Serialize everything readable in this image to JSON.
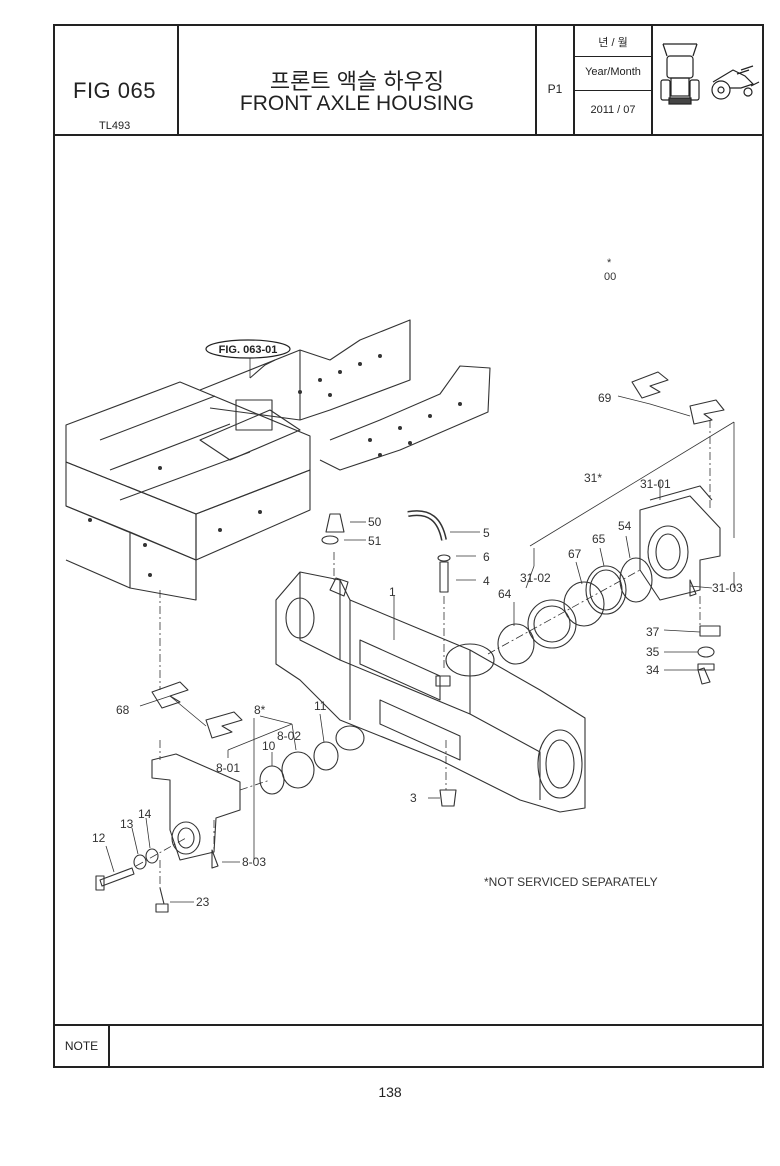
{
  "header": {
    "fig_number": "FIG 065",
    "model": "TL493",
    "title_ko": "프론트 액슬 하우징",
    "title_en": "FRONT AXLE HOUSING",
    "page_code": "P1",
    "year_month_ko": "년 / 월",
    "year_month_en": "Year/Month",
    "year_month_value": "2011 / 07"
  },
  "diagram": {
    "fig_reference": "FIG. 063-01",
    "footnote": "*NOT SERVICED SEPARATELY",
    "callouts": {
      "p00": "00",
      "star": "*",
      "p69": "69",
      "p31": "31*",
      "p31_01": "31-01",
      "p50": "50",
      "p51": "51",
      "p5": "5",
      "p6": "6",
      "p4": "4",
      "p31_02": "31-02",
      "p67": "67",
      "p65": "65",
      "p54": "54",
      "p31_03": "31-03",
      "p1": "1",
      "p64": "64",
      "p37": "37",
      "p35": "35",
      "p34": "34",
      "p68": "68",
      "p8": "8*",
      "p11": "11",
      "p10": "10",
      "p8_02": "8-02",
      "p8_01": "8-01",
      "p3": "3",
      "p14": "14",
      "p13": "13",
      "p12": "12",
      "p8_03": "8-03",
      "p23": "23"
    }
  },
  "footer": {
    "note_label": "NOTE",
    "page_number": "138"
  }
}
